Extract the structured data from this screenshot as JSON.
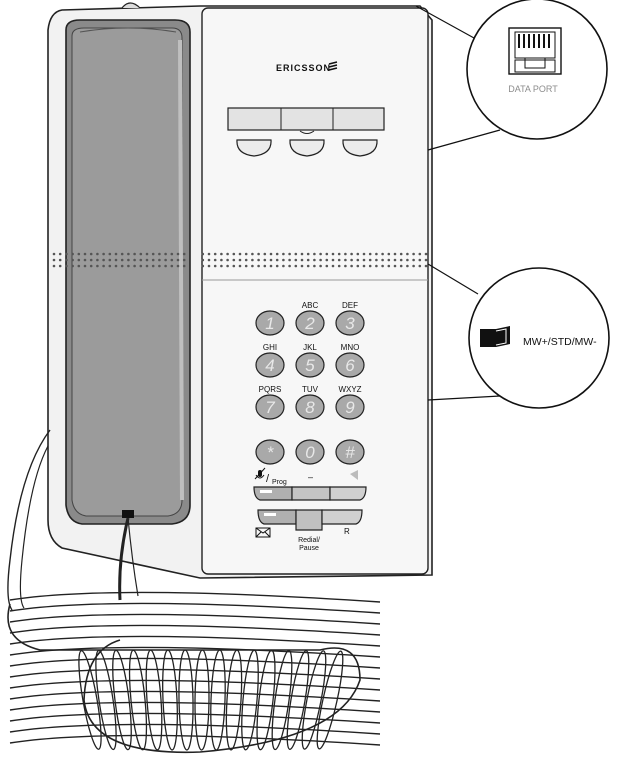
{
  "brand": {
    "text": "ERICSSON"
  },
  "data_port": {
    "label": "DATA PORT"
  },
  "mw_callout": {
    "label": "MW+/STD/MW-"
  },
  "keypad": {
    "keys": [
      {
        "num": "1",
        "letters": ""
      },
      {
        "num": "2",
        "letters": "ABC"
      },
      {
        "num": "3",
        "letters": "DEF"
      },
      {
        "num": "4",
        "letters": "GHI"
      },
      {
        "num": "5",
        "letters": "JKL"
      },
      {
        "num": "6",
        "letters": "MNO"
      },
      {
        "num": "7",
        "letters": "PQRS"
      },
      {
        "num": "8",
        "letters": "TUV"
      },
      {
        "num": "9",
        "letters": "WXYZ"
      },
      {
        "num": "*",
        "letters": ""
      },
      {
        "num": "0",
        "letters": ""
      },
      {
        "num": "#",
        "letters": ""
      }
    ]
  },
  "function_keys": {
    "prog_label": "Prog",
    "minus_label": "–",
    "redial_label_1": "Redial/",
    "redial_label_2": "Pause",
    "r_label": "R"
  },
  "icons": {
    "microphone_mute": "mic-mute-icon",
    "speaker_volume": "speaker-icon",
    "message": "envelope-icon",
    "book": "book-icon",
    "data_port_jack": "rj-jack-icon"
  }
}
